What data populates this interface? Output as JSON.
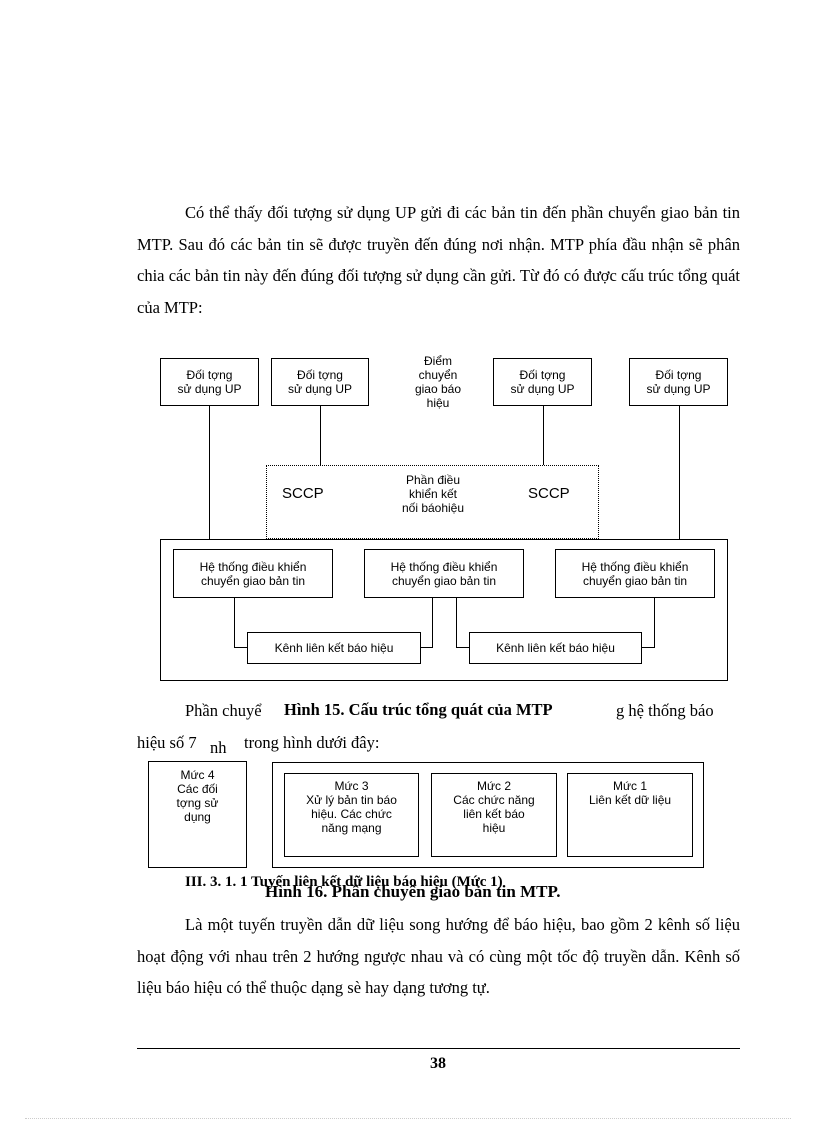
{
  "intro_paragraph": "Có thể thấy đối tượng sử dụng UP gửi đi các bản tin đến phần chuyển giao bản tin MTP. Sau đó các bản tin sẽ được truyền đến đúng nơi nhận. MTP phía đầu nhận sẽ phân chia các bản tin này đến đúng đối tượng sử dụng cần gửi. Từ đó có được cấu trúc tổng quát của MTP:",
  "figure15": {
    "user_box_1": [
      "Đối tợng",
      "sử dụng UP"
    ],
    "user_box_2": [
      "Đối tợng",
      "sử dụng UP"
    ],
    "user_box_3": [
      "Đối tợng",
      "sử dụng UP"
    ],
    "user_box_4": [
      "Đối tợng",
      "sử dụng UP"
    ],
    "stp_label": [
      "Điểm",
      "chuyển",
      "giao báo",
      "hiệu"
    ],
    "sccp_left": "SCCP",
    "sccp_right": "SCCP",
    "sccp_center": [
      "Phần điều",
      "khiển kết",
      "nối báohiệu"
    ],
    "control_1": [
      "Hệ thống điều khiển",
      "chuyển giao bản tin"
    ],
    "control_2": [
      "Hệ thống điều khiển",
      "chuyển giao bản tin"
    ],
    "control_3": [
      "Hệ thống điều khiển",
      "chuyển giao bản tin"
    ],
    "link_1": "Kênh liên kết báo hiệu",
    "link_2": "Kênh liên kết báo hiệu",
    "caption": "Hình 15. Cấu trúc tổng quát của MTP"
  },
  "line_a_left": "Phần chuyể",
  "line_a_right": "g hệ thống báo",
  "line_b_left": "hiệu số 7",
  "line_b_nh": "nh",
  "line_b_right": "trong hình dưới đây:",
  "figure16": {
    "level4": [
      "Mức 4",
      "Các đối",
      "tợng sử",
      "dụng"
    ],
    "level3": [
      "Mức 3",
      "Xử lý bản tin báo",
      "hiệu. Các chức",
      "năng mạng"
    ],
    "level2": [
      "Mức 2",
      "Các chức năng",
      "liên kết báo",
      "hiệu"
    ],
    "level1": [
      "Mức 1",
      "Liên kết dữ liệu"
    ],
    "caption": "Hình 16. Phần chuyển giao bản tin MTP."
  },
  "section_heading": "III. 3. 1. 1 Tuyến liên kết dữ liệu báo hiệu (Mức 1)",
  "body_paragraph": "Là một tuyến truyền dẫn dữ liệu song hướng để báo hiệu, bao gồm 2 kênh số liệu hoạt động với nhau trên 2 hướng ngược nhau và có cùng một tốc độ truyền dẫn. Kênh số liệu báo hiệu có thể thuộc dạng sè hay dạng tương tự.",
  "page_number": "38"
}
